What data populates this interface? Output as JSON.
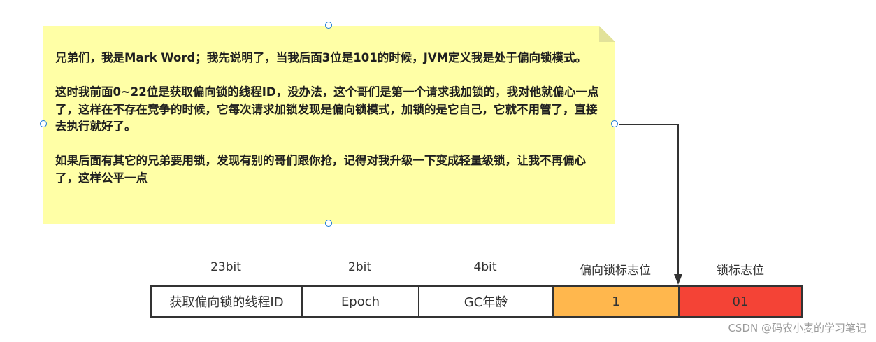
{
  "note": {
    "paragraphs": [
      "兄弟们，我是Mark Word；我先说明了，当我后面3位是101的时候，JVM定义我是处于偏向锁模式。",
      "这时我前面0~22位是获取偏向锁的线程ID，没办法，这个哥们是第一个请求我加锁的，我对他就偏心一点了，这样在不存在竞争的时候，它每次请求加锁发现是偏向锁模式，加锁的是它自己，它就不用管了，直接去执行就好了。",
      "如果后面有其它的兄弟要用锁，发现有别的哥们跟你抢，记得对我升级一下变成轻量级锁，让我不再偏心了，这样公平一点"
    ],
    "color": "#ffffa6"
  },
  "table": {
    "headers": [
      "23bit",
      "2bit",
      "4bit",
      "偏向锁标志位",
      "锁标志位"
    ],
    "cells": [
      "获取偏向锁的线程ID",
      "Epoch",
      "GC年龄",
      "1",
      "01"
    ],
    "colors": {
      "biased_flag": "#ffb74d",
      "lock_flag": "#f44336"
    }
  },
  "watermark": "CSDN @码农小麦的学习笔记"
}
